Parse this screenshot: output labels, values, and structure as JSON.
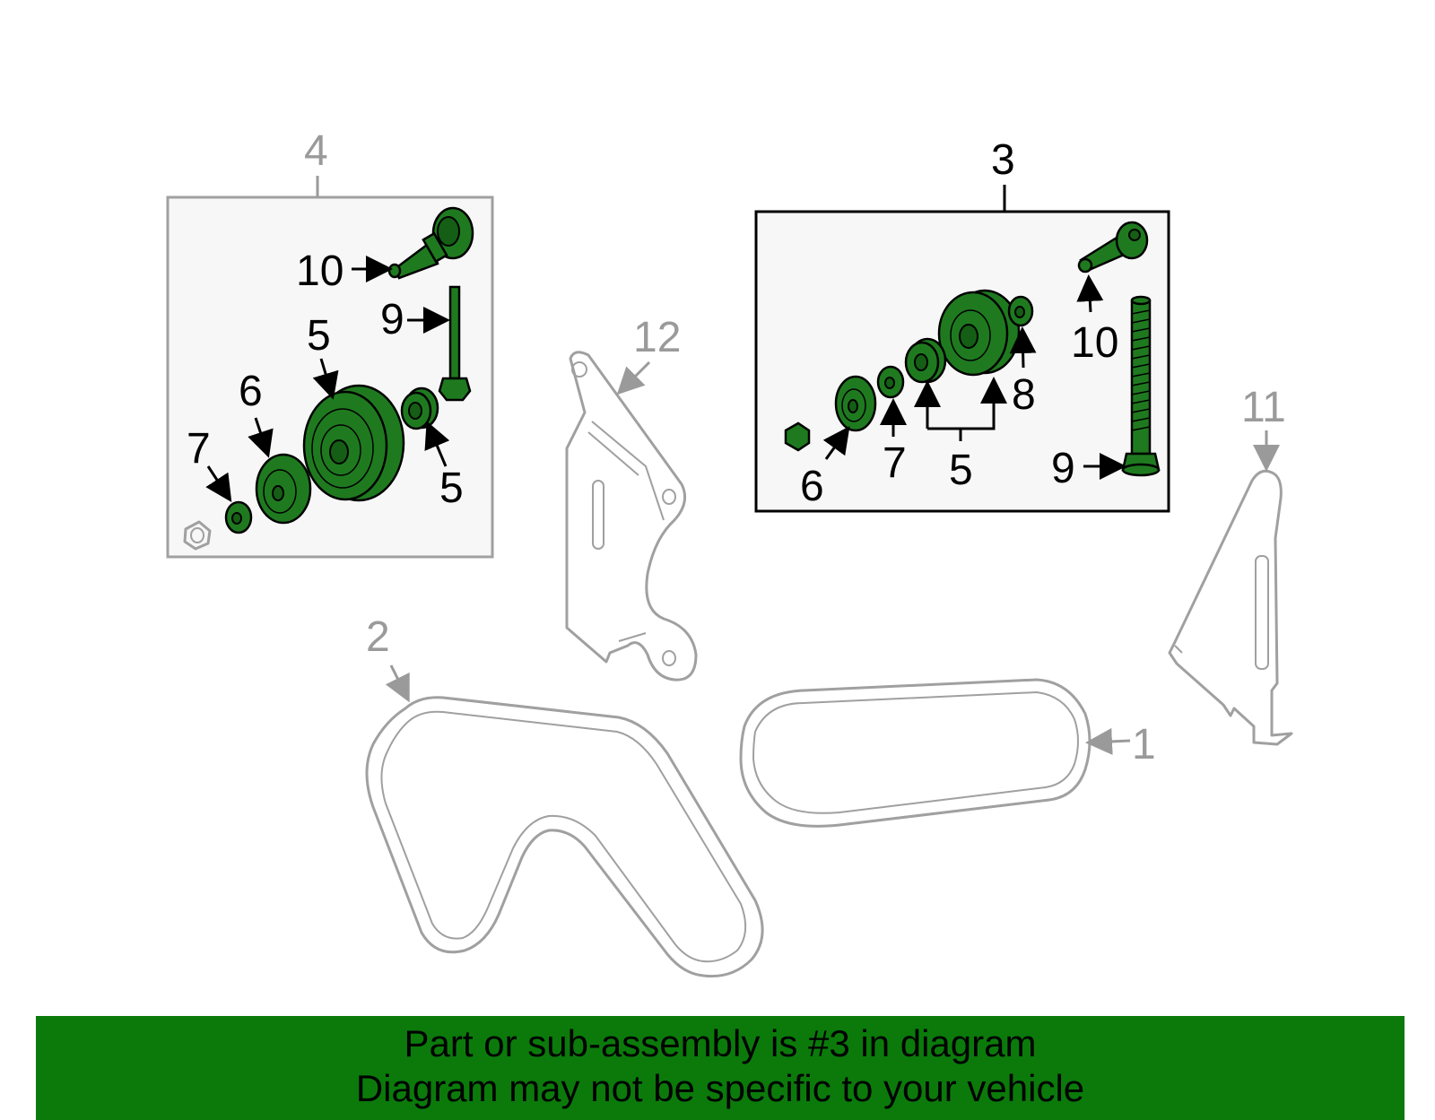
{
  "callouts": {
    "c1": "1",
    "c2": "2",
    "c3": "3",
    "c4": "4",
    "c5a": "5",
    "c5b": "5",
    "c5c": "5",
    "c6a": "6",
    "c6b": "6",
    "c7a": "7",
    "c7b": "7",
    "c8": "8",
    "c9a": "9",
    "c9b": "9",
    "c10a": "10",
    "c10b": "10",
    "c11": "11",
    "c12": "12"
  },
  "banner": {
    "line1": "Part or sub-assembly is #3 in diagram",
    "line2": "Diagram may not be specific to your vehicle"
  },
  "colors": {
    "highlight_green": "#1f7a1f",
    "banner_green": "#0b7a0b",
    "unhighlighted_gray": "#a0a0a0"
  }
}
